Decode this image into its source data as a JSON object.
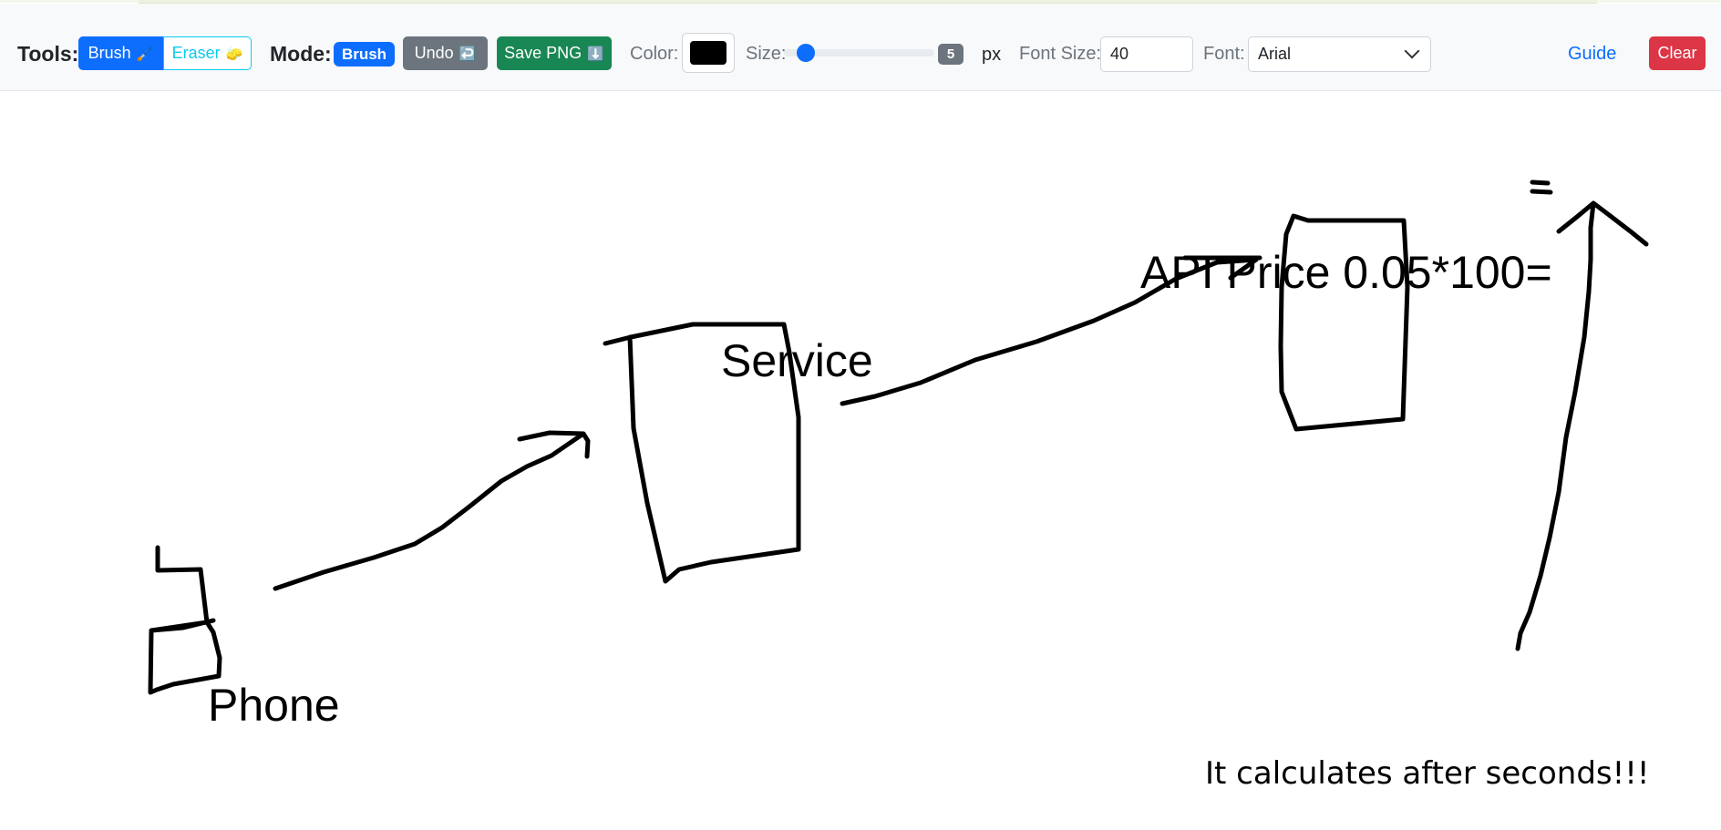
{
  "toolbar": {
    "tools_label": "Tools:",
    "brush_label": "Brush",
    "brush_icon": "paintbrush-icon",
    "eraser_label": "Eraser",
    "eraser_icon": "eraser-icon",
    "mode_label": "Mode:",
    "mode_value": "Brush",
    "undo_label": "Undo",
    "undo_icon": "undo-arrow-icon",
    "save_label": "Save PNG",
    "save_icon": "download-arrow-icon",
    "color_label": "Color:",
    "color_value": "#000000",
    "size_label": "Size:",
    "size_value": "5",
    "size_unit": "px",
    "font_size_label": "Font Size:",
    "font_size_value": "40",
    "font_label": "Font:",
    "font_value": "Arial",
    "guide_label": "Guide",
    "clear_label": "Clear"
  },
  "canvas": {
    "texts": {
      "phone": "Phone",
      "service": "Service",
      "api_price": "API Price 0.05*100=",
      "note": "It calculates after seconds!!!"
    }
  },
  "colors": {
    "primary": "#0d6efd",
    "info": "#0dcaf0",
    "secondary": "#6c757d",
    "success": "#198754",
    "danger": "#dc3545",
    "ink": "#000000"
  }
}
